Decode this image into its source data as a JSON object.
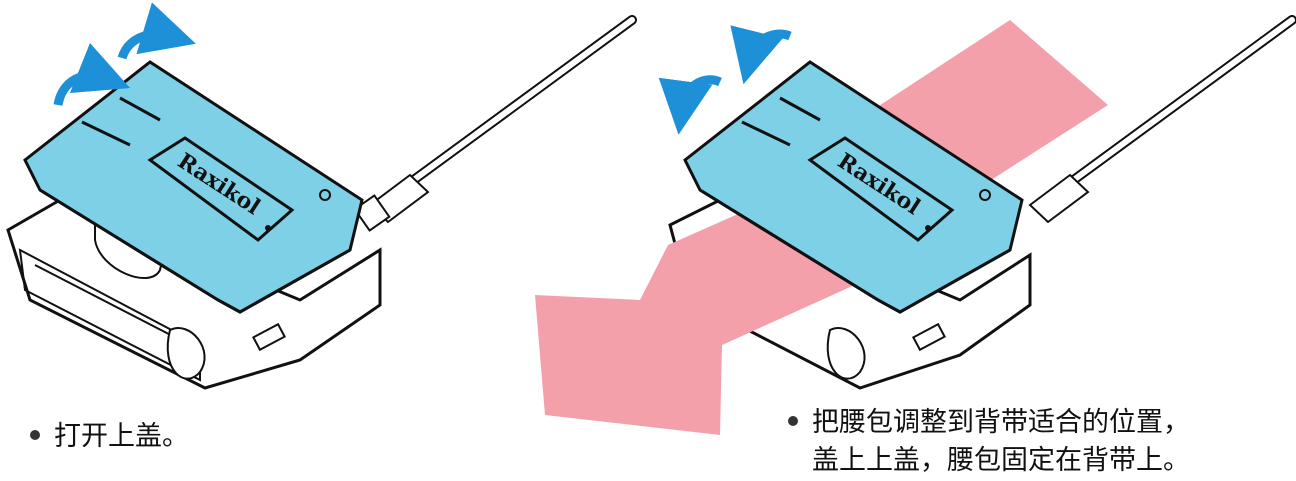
{
  "panels": [
    {
      "brand": "Raxikol",
      "caption": "打开上盖。",
      "arrow_color": "#1e90d8",
      "cover_color": "#7ed0e6"
    },
    {
      "brand": "Raxikol",
      "caption_line1": "把腰包调整到背带适合的位置，",
      "caption_line2": "盖上上盖，腰包固定在背带上。",
      "arrow_color": "#1e90d8",
      "cover_color": "#7ed0e6",
      "belt_color": "#f4a0aa"
    }
  ]
}
